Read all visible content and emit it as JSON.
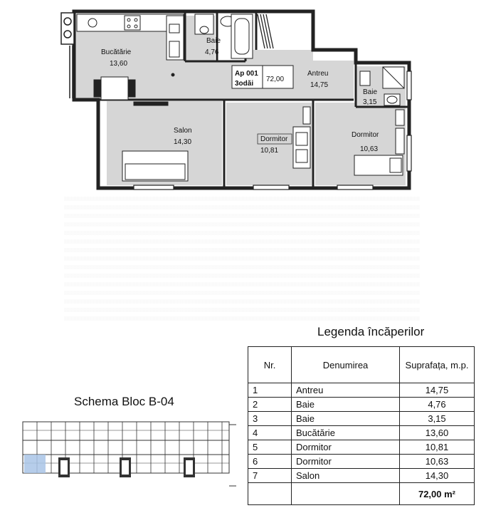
{
  "plan": {
    "apartment_id": "Ap 001",
    "apartment_rooms": "3odăi",
    "apartment_area": "72,00",
    "rooms": [
      {
        "name": "Bucătărie",
        "area": "13,60"
      },
      {
        "name": "Baie",
        "area": "4,76"
      },
      {
        "name": "Antreu",
        "area": "14,75"
      },
      {
        "name": "Baie",
        "area": "3,15"
      },
      {
        "name": "Salon",
        "area": "14,30"
      },
      {
        "name": "Dormitor",
        "area": "10,81"
      },
      {
        "name": "Dormitor",
        "area": "10,63"
      }
    ]
  },
  "legend": {
    "title": "Legenda încăperilor",
    "headers": {
      "nr": "Nr.",
      "name": "Denumirea",
      "area": "Suprafața, m.p."
    },
    "rows": [
      {
        "nr": "1",
        "name": "Antreu",
        "area": "14,75"
      },
      {
        "nr": "2",
        "name": "Baie",
        "area": "4,76"
      },
      {
        "nr": "3",
        "name": "Baie",
        "area": "3,15"
      },
      {
        "nr": "4",
        "name": "Bucătărie",
        "area": "13,60"
      },
      {
        "nr": "5",
        "name": "Dormitor",
        "area": "10,81"
      },
      {
        "nr": "6",
        "name": "Dormitor",
        "area": "10,63"
      },
      {
        "nr": "7",
        "name": "Salon",
        "area": "14,30"
      }
    ],
    "total": "72,00 m²"
  },
  "schema": {
    "title": "Schema  Bloc B-04",
    "highlight_color": "#a9c4e6"
  }
}
